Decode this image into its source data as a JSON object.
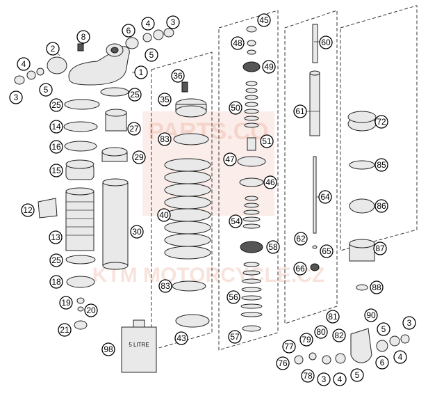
{
  "watermark": {
    "line1": "PARTS.CO",
    "line2": "KTM MOTORCYCLE.CZ"
  },
  "can_label": "5 LITRE",
  "callouts": [
    "1",
    "2",
    "3",
    "3",
    "3",
    "3",
    "4",
    "4",
    "4",
    "4",
    "5",
    "5",
    "5",
    "5",
    "6",
    "6",
    "8",
    "12",
    "13",
    "14",
    "15",
    "16",
    "18",
    "19",
    "20",
    "21",
    "25",
    "25",
    "25",
    "27",
    "29",
    "30",
    "35",
    "36",
    "40",
    "43",
    "45",
    "46",
    "47",
    "48",
    "49",
    "50",
    "51",
    "54",
    "56",
    "57",
    "58",
    "60",
    "61",
    "62",
    "64",
    "65",
    "66",
    "72",
    "76",
    "77",
    "78",
    "79",
    "80",
    "81",
    "82",
    "83",
    "83",
    "85",
    "86",
    "87",
    "88",
    "90",
    "98"
  ]
}
